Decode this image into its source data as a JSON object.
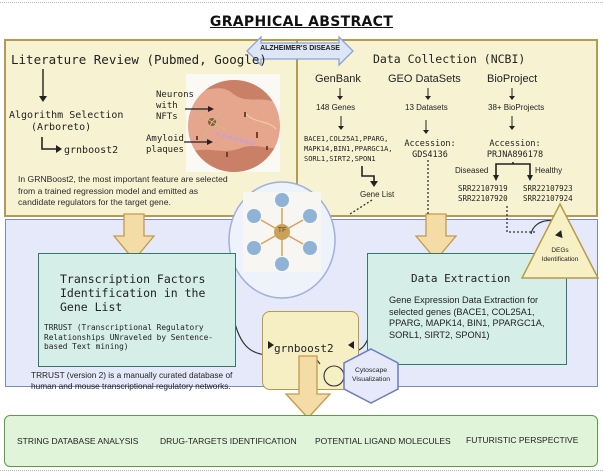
{
  "title": "GRAPHICAL ABSTRACT",
  "disease_arrow_label": "ALZHEIMER'S DISEASE",
  "literature": {
    "heading": "Literature Review (Pubmed, Google)",
    "algorithm_line1": "Algorithm Selection",
    "algorithm_line2": "(Arboreto)",
    "algorithm_result": "grnboost2",
    "neurons_label_1": "Neurons",
    "neurons_label_2": "with",
    "neurons_label_3": "NFTs",
    "amyloid_label_1": "Amyloid",
    "amyloid_label_2": "plaques",
    "description_1": "In GRNBoost2, the most important feature are selected",
    "description_2": "from a trained regression model and emitted as",
    "description_3": "candidate regulators for the target gene."
  },
  "data_collection": {
    "heading": "Data Collection (NCBI)",
    "genbank": {
      "title": "GenBank",
      "count": "148 Genes",
      "genes_1": "BACE1,COL25A1,PPARG,",
      "genes_2": "MAPK14,BIN1,PPARGC1A,",
      "genes_3": "SORL1,SIRT2,SPON1",
      "output": "Gene List"
    },
    "geo": {
      "title": "GEO DataSets",
      "count": "13 Datasets",
      "accession_label": "Accession:",
      "accession": "GDS4136"
    },
    "bioproject": {
      "title": "BioProject",
      "count": "38+ BioProjects",
      "accession_label": "Accession:",
      "accession": "PRJNA896178",
      "diseased_label": "Diseased",
      "healthy_label": "Healthy",
      "diseased_runs": [
        "SRR22107919",
        "SRR22107920"
      ],
      "healthy_runs": [
        "SRR22107923",
        "SRR22107924"
      ]
    }
  },
  "tf_network": {
    "center_label": "TF"
  },
  "transcription": {
    "heading_1": "Transcription Factors",
    "heading_2": "Identification in the",
    "heading_3": "Gene List",
    "trrust_1": "TRRUST (Transcriptional Regulatory",
    "trrust_2": "Relationships UNraveled by Sentence-",
    "trrust_3": "based Text mining)",
    "note_1": "TRRUST (version 2) is a manually curated database of",
    "note_2": "human and mouse transcriptional regulatory networks."
  },
  "extraction": {
    "heading": "Data Extraction",
    "desc_1": "Gene Expression Data Extraction for",
    "desc_2": "selected genes (BACE1, COL25A1,",
    "desc_3": "PPARG, MAPK14, BIN1, PPARGC1A,",
    "desc_4": "SORL1, SIRT2, SPON1)"
  },
  "degs": {
    "line1": "DEGs",
    "line2": "Identification"
  },
  "grnboost_box": {
    "label": "grnboost2"
  },
  "cytoscape": {
    "line1": "Cytoscape",
    "line2": "Visualization"
  },
  "outcomes": [
    "STRING DATABASE ANALYSIS",
    "DRUG-TARGETS IDENTIFICATION",
    "POTENTIAL LIGAND MOLECULES",
    "FUTURISTIC PERSPECTIVE"
  ],
  "colors": {
    "yellow_panel": "#f7f3d2",
    "blue_panel": "#e6e9f9",
    "teal_box": "#d5efe8",
    "green_panel": "#e0f4d9",
    "arrow_fill": "#f3dca6",
    "tf_node": "#c9a25a",
    "target_node": "#8fb3d6"
  }
}
